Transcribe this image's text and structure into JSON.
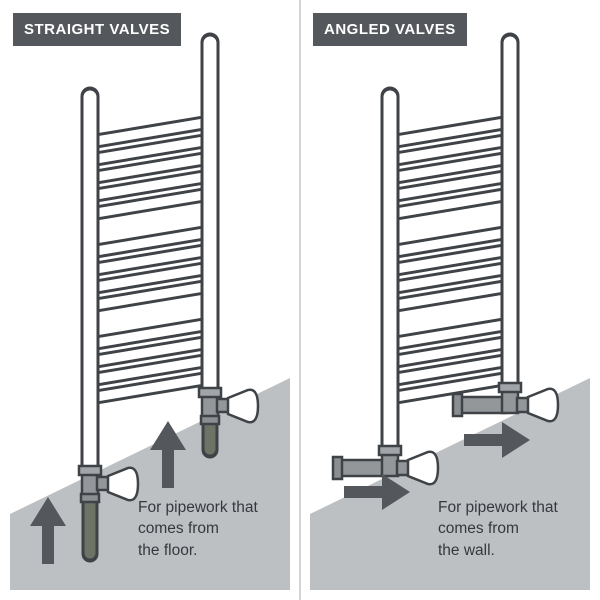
{
  "colors": {
    "header_bg": "#54575b",
    "header_text": "#ffffff",
    "floor_gray": "#bdc0c3",
    "outline": "#3f4246",
    "pipe_white": "#ffffff",
    "valve_gray": "#94979a",
    "buried_pipe": "#6e7366",
    "arrow": "#54575b",
    "caption_text": "#35383c",
    "divider": "#d2d4d6"
  },
  "panels": {
    "straight": {
      "title": "STRAIGHT VALVES",
      "caption": "For pipework that comes from the floor.",
      "caption_lines": [
        "For pipework that",
        "comes from",
        "the floor."
      ]
    },
    "angled": {
      "title": "ANGLED VALVES",
      "caption": "For pipework that comes from the wall.",
      "caption_lines": [
        "For pipework that",
        "comes from",
        "the wall."
      ]
    }
  }
}
